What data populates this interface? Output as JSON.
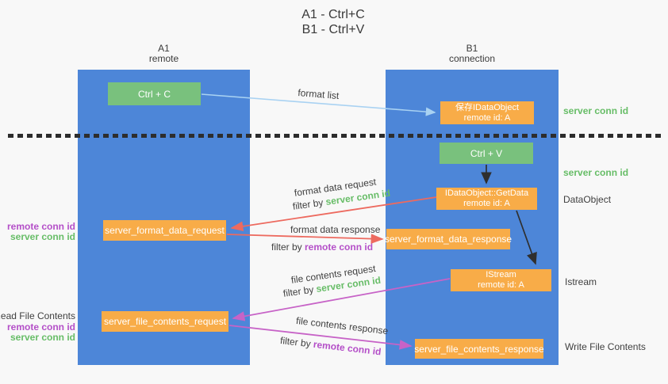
{
  "title": {
    "line1": "A1 - Ctrl+C",
    "line2": "B1 - Ctrl+V"
  },
  "columns": {
    "left": {
      "name": "A1",
      "role": "remote"
    },
    "right": {
      "name": "B1",
      "role": "connection"
    }
  },
  "nodes": {
    "ctrl_c": {
      "label": "Ctrl + C"
    },
    "save_dataobject": {
      "line1": "保存IDataObject",
      "line2": "remote id: A"
    },
    "ctrl_v": {
      "label": "Ctrl + V"
    },
    "getdata": {
      "line1": "IDataObject::GetData",
      "line2": "remote id: A"
    },
    "format_data_request": {
      "label": "server_format_data_request"
    },
    "format_data_response": {
      "label": "server_format_data_response"
    },
    "istream": {
      "line1": "IStream",
      "line2": "remote id: A"
    },
    "file_contents_request": {
      "label": "server_file_contents_request"
    },
    "file_contents_response": {
      "label": "server_file_contents_response"
    }
  },
  "flow_labels": {
    "format_list": "format list",
    "format_data_request": "format data request",
    "filter_by_server_1": {
      "prefix": "filter by ",
      "keyword": "server conn id"
    },
    "format_data_response": "format data response",
    "filter_by_remote_1": {
      "prefix": "filter by ",
      "keyword": "remote conn id"
    },
    "file_contents_request": "file contents request",
    "filter_by_server_2": {
      "prefix": "filter by ",
      "keyword": "server conn id"
    },
    "file_contents_response": "file contents response",
    "filter_by_remote_2": {
      "prefix": "filter by ",
      "keyword": "remote conn id"
    }
  },
  "side_labels": {
    "right_server_conn_top": "server conn id",
    "right_server_conn_mid": "server conn id",
    "dataobject": "DataObject",
    "istream": "Istream",
    "write_file_contents": "Write File Contents",
    "left_remote_conn_top": "remote conn id",
    "left_server_conn_top": "server conn id",
    "read_file_contents": "Read File Contents",
    "left_remote_conn_bottom": "remote conn id",
    "left_server_conn_bottom": "server conn id"
  },
  "colors": {
    "lane": "#4d86d8",
    "action_box": "#79c17d",
    "message_box": "#f8ac48",
    "arrow_format_list": "#a9d2f2",
    "arrow_format_data": "#ed6a5f",
    "arrow_file_contents": "#c763c7",
    "arrow_sequence": "#2f2f2f",
    "keyword_server": "#67bd67",
    "keyword_remote": "#b44fc8"
  }
}
